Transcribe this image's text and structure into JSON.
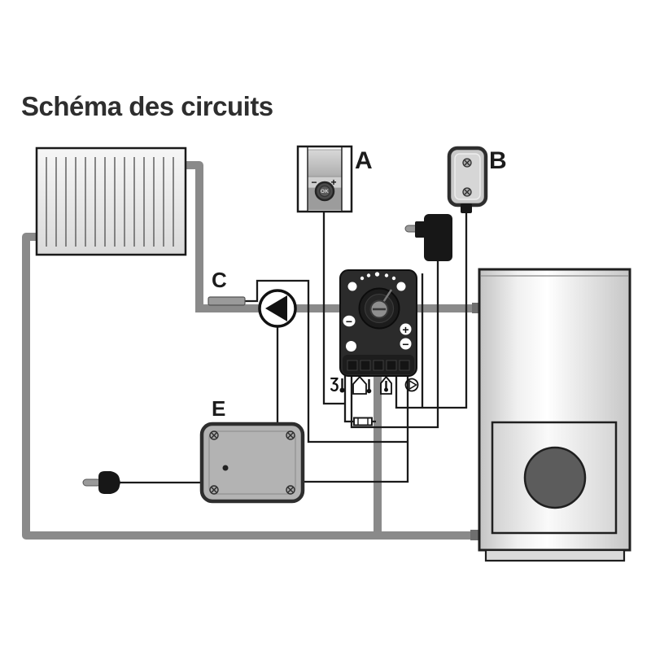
{
  "title": "Schéma des circuits",
  "labels": {
    "thermostat": "A",
    "outdoor_sensor": "B",
    "pipe_sensor": "C",
    "junction_box": "E"
  },
  "thermostat": {
    "minus": "−",
    "plus": "+",
    "ok": "OK"
  },
  "controller": {
    "minus_left": "−",
    "plus": "+",
    "minus_right": "−"
  },
  "terminal_icons": {
    "t1_name": "outdoor-temperature-sensor-icon",
    "t1_glyph": "Ʒ",
    "t2_name": "flow-temperature-sensor-icon",
    "t3_name": "room-temperature-sensor-icon",
    "t4_name": "pump-icon"
  },
  "colors": {
    "pipe": "#8a8a8a",
    "wire": "#1a1a1a",
    "controller_body": "#2b2b2b",
    "junction_box_fill": "#b3b3b3",
    "boiler_door": "#5c5c5c",
    "title_text": "#2e2e2e",
    "background": "#ffffff"
  }
}
